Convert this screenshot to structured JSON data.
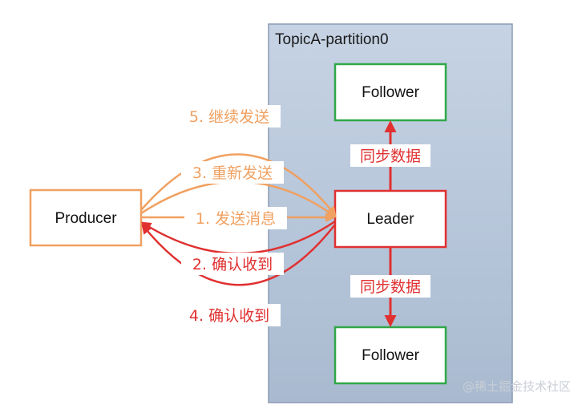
{
  "partition": {
    "title": "TopicA-partition0"
  },
  "nodes": {
    "producer": "Producer",
    "leader": "Leader",
    "follower_top": "Follower",
    "follower_bottom": "Follower"
  },
  "arrows": {
    "send_1": "1. 发送消息",
    "ack_2": "2. 确认收到",
    "resend_3": "3. 重新发送",
    "ack_4": "4. 确认收到",
    "continue_5": "5. 继续发送"
  },
  "sync": {
    "up": "同步数据",
    "down": "同步数据"
  },
  "watermark": "@稀土掘金技术社区",
  "colors": {
    "orange": "#f0a060",
    "red": "#e03030",
    "green": "#30a848",
    "partition_bg": "#b9c9dd"
  }
}
